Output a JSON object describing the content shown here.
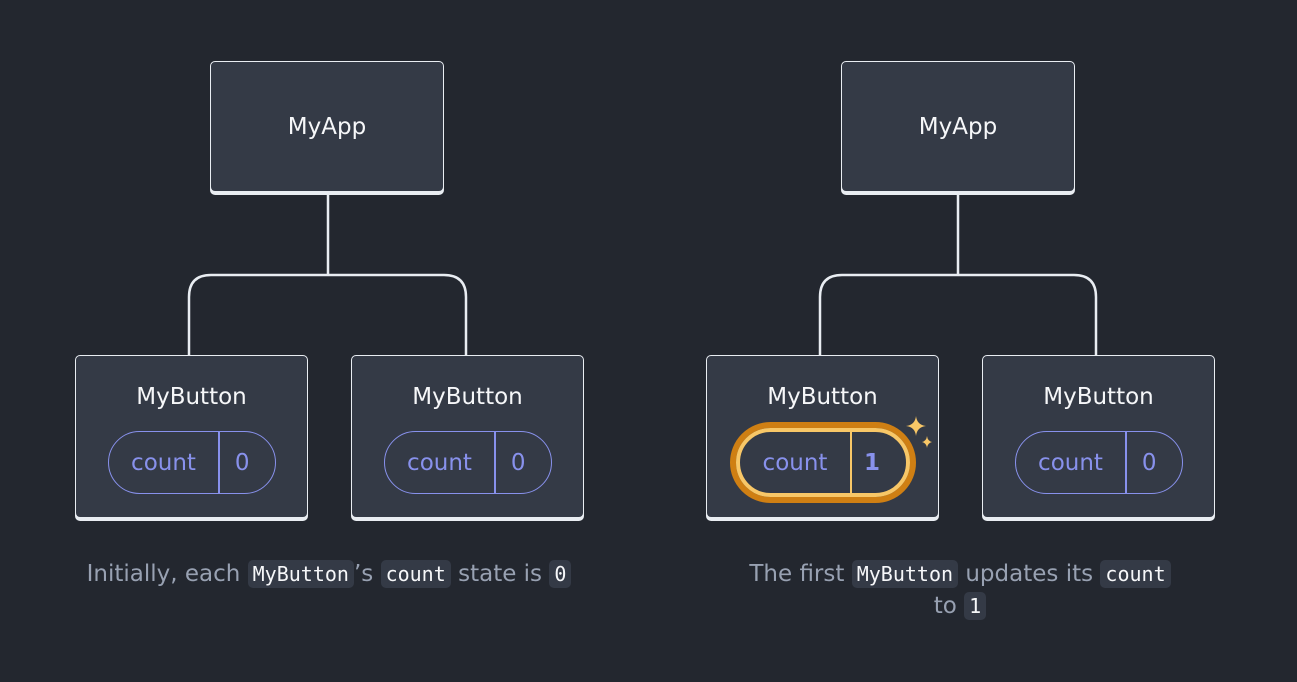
{
  "left": {
    "app_label": "MyApp",
    "buttons": [
      {
        "title": "MyButton",
        "state_label": "count",
        "value": "0"
      },
      {
        "title": "MyButton",
        "state_label": "count",
        "value": "0"
      }
    ],
    "caption": {
      "before": "Initially, each",
      "code1": "MyButton",
      "middle1": "’s",
      "code2": "count",
      "middle2": "state is",
      "code3": "0"
    }
  },
  "right": {
    "app_label": "MyApp",
    "buttons": [
      {
        "title": "MyButton",
        "state_label": "count",
        "value": "1",
        "highlighted": true
      },
      {
        "title": "MyButton",
        "state_label": "count",
        "value": "0"
      }
    ],
    "caption": {
      "before": "The first",
      "code1": "MyButton",
      "middle1": "updates its",
      "code2": "count",
      "middle2": "to",
      "code3": "1"
    }
  },
  "colors": {
    "background": "#23272f",
    "box": "#343a46",
    "outline": "#e9edf2",
    "state": "#8891ec",
    "highlight_outer": "#cf7f13",
    "highlight_inner": "#f8c767"
  }
}
